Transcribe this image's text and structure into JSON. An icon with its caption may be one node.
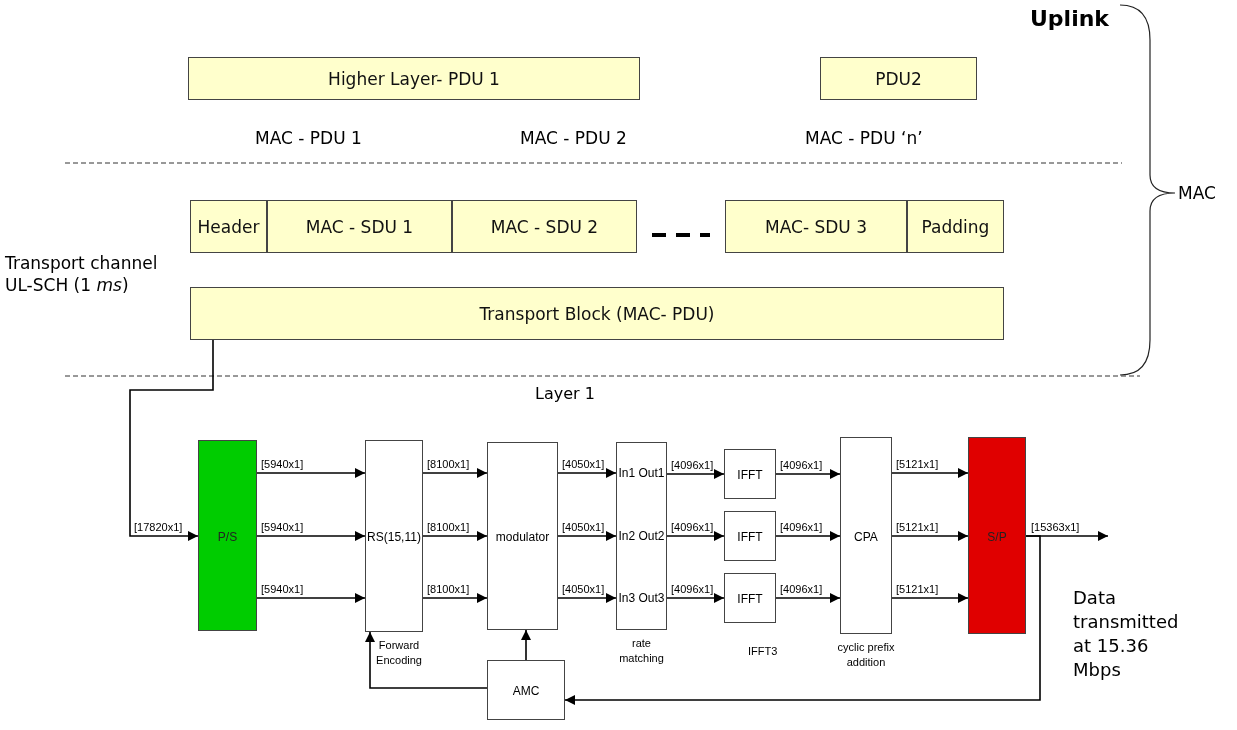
{
  "diagram": {
    "nodes": [
      {
        "text": [
          "Higher Layer- PDU 1"
        ]
      },
      {
        "text": [
          "PDU2"
        ]
      },
      {
        "text": [
          "Header"
        ]
      },
      {
        "text": [
          "MAC - SDU 1"
        ]
      },
      {
        "text": [
          "MAC - SDU 2"
        ]
      },
      {
        "text": [
          "MAC- SDU 3"
        ]
      },
      {
        "text": [
          "Padding"
        ]
      },
      {
        "text": [
          "Transport Block (MAC- PDU)"
        ]
      },
      {
        "text": [
          "P/S"
        ]
      },
      {
        "text": [
          "RS(15,11)"
        ],
        "beside": [
          "Forward Encoding"
        ]
      },
      {
        "text": [
          "modulator"
        ]
      },
      {
        "text": [
          "In1 Out1",
          "In2 Out2",
          "In3 Out3"
        ],
        "beside": [
          "rate matching"
        ]
      },
      {
        "text": [
          "IFFT"
        ]
      },
      {
        "text": [
          "IFFT"
        ]
      },
      {
        "text": [
          "IFFT"
        ]
      },
      {
        "text": [
          "CPA"
        ],
        "beside": [
          "cyclic prefix addition"
        ]
      },
      {
        "text": [
          "S/P"
        ]
      },
      {
        "text": [
          "AMC"
        ]
      }
    ],
    "edges": [
      {
        "from": 7,
        "to": 8,
        "arrow": "to",
        "label": "[17820x1]"
      },
      {
        "from": 8,
        "to": 9,
        "arrow": "to",
        "label": "[5940x1]"
      },
      {
        "from": 8,
        "to": 9,
        "arrow": "to",
        "label": "[5940x1]"
      },
      {
        "from": 8,
        "to": 9,
        "arrow": "to",
        "label": "[5940x1]"
      },
      {
        "from": 9,
        "to": 10,
        "arrow": "to",
        "label": "[8100x1]"
      },
      {
        "from": 9,
        "to": 10,
        "arrow": "to",
        "label": "[8100x1]"
      },
      {
        "from": 9,
        "to": 10,
        "arrow": "to",
        "label": "[8100x1]"
      },
      {
        "from": 10,
        "to": 11,
        "arrow": "to",
        "label": "[4050x1]"
      },
      {
        "from": 10,
        "to": 11,
        "arrow": "to",
        "label": "[4050x1]"
      },
      {
        "from": 10,
        "to": 11,
        "arrow": "to",
        "label": "[4050x1]"
      },
      {
        "from": 11,
        "to": 12,
        "arrow": "to",
        "label": "[4096x1]"
      },
      {
        "from": 11,
        "to": 13,
        "arrow": "to",
        "label": "[4096x1]"
      },
      {
        "from": 11,
        "to": 14,
        "arrow": "to",
        "label": "[4096x1]"
      },
      {
        "from": 12,
        "to": 15,
        "arrow": "to",
        "label": "[4096x1]"
      },
      {
        "from": 13,
        "to": 15,
        "arrow": "to",
        "label": "[4096x1]"
      },
      {
        "from": 14,
        "to": 15,
        "arrow": "to",
        "label": "[4096x1]"
      },
      {
        "from": 15,
        "to": 16,
        "arrow": "to",
        "label": "[5121x1]"
      },
      {
        "from": 15,
        "to": 16,
        "arrow": "to",
        "label": "[5121x1]"
      },
      {
        "from": 15,
        "to": 16,
        "arrow": "to",
        "label": "[5121x1]"
      },
      {
        "from": 16,
        "to": null,
        "arrow": "to",
        "label": "[15363x1]"
      },
      {
        "from": 16,
        "to": 17,
        "arrow": "to"
      },
      {
        "from": 17,
        "to": 10,
        "arrow": "to"
      },
      {
        "from": 17,
        "to": 9,
        "arrow": "to"
      }
    ],
    "labels": [
      "Uplink",
      "MAC - PDU 1",
      "MAC - PDU 2",
      "MAC - PDU ‘n’",
      "MAC",
      "Transport channel UL-SCH (1 *ms*)",
      "Layer 1",
      "IFFT3",
      "Data transmitted at 15.36 Mbps"
    ]
  }
}
